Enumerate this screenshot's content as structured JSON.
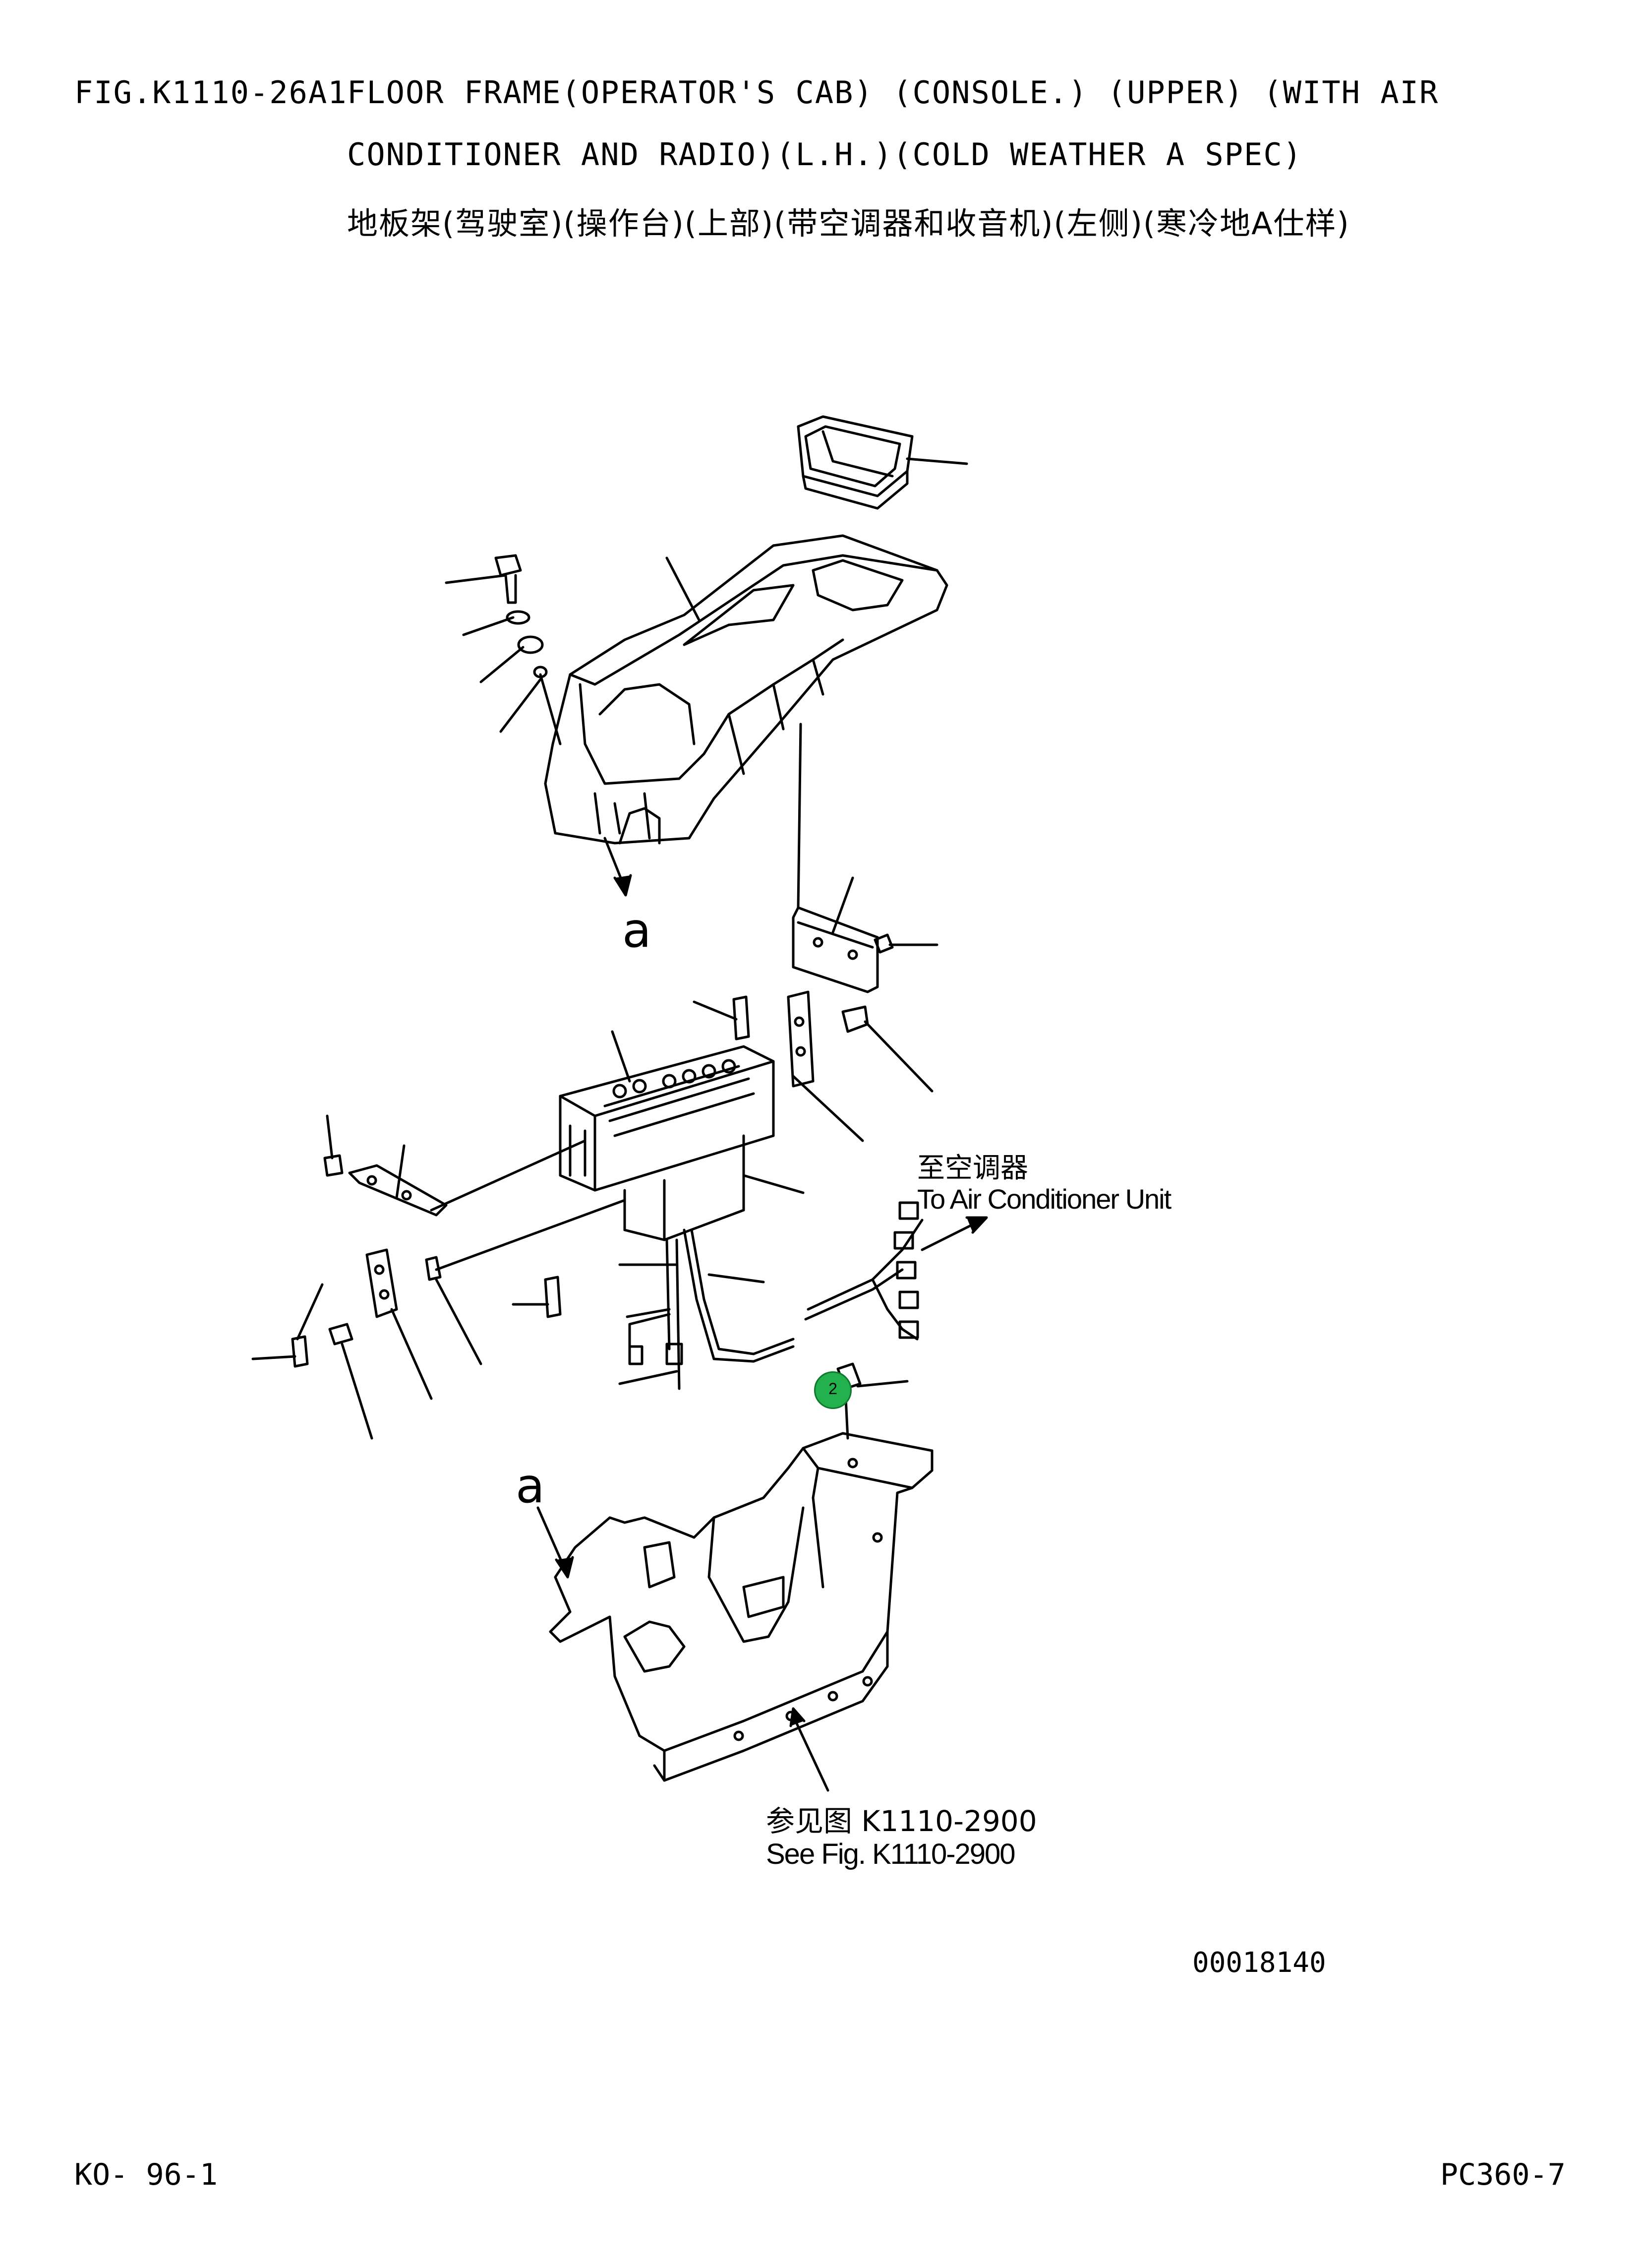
{
  "header": {
    "fig_code": "FIG.K1110-26A1",
    "title_line_1": "FLOOR FRAME(OPERATOR'S CAB) (CONSOLE.) (UPPER) (WITH AIR",
    "title_line_2": "CONDITIONER AND RADIO)(L.H.)(COLD WEATHER A SPEC)",
    "title_line_3": "地板架(驾驶室)(操作台)(上部)(带空调器和收音机)(左侧)(寒冷地A仕样)"
  },
  "labels": {
    "air_conditioner_cn": "至空调器",
    "air_conditioner_en": "To Air Conditioner Unit",
    "see_fig_cn": "参见图 K1110-2900",
    "see_fig_en": "See Fig. K1110-2900",
    "ref_a_top": "a",
    "ref_a_bottom": "a"
  },
  "callouts": [
    {
      "number": "2",
      "color": "#22b14c"
    }
  ],
  "image_number": "00018140",
  "footer": {
    "left": "KO- 96-1",
    "right": "PC360-7"
  }
}
